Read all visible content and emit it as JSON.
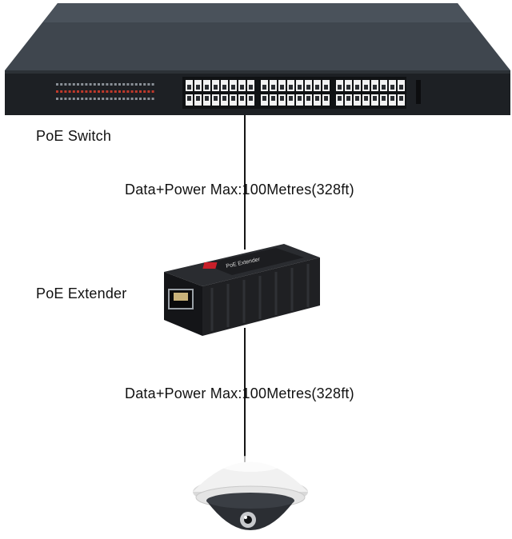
{
  "diagram": {
    "devices": [
      {
        "id": "switch",
        "label": "PoE Switch"
      },
      {
        "id": "extender",
        "label": "PoE Extender",
        "device_text": "PoE Extender"
      },
      {
        "id": "camera",
        "label": ""
      }
    ],
    "links": [
      {
        "from": "switch",
        "to": "extender",
        "label": "Data+Power Max:100Metres(328ft)"
      },
      {
        "from": "extender",
        "to": "camera",
        "label": "Data+Power Max:100Metres(328ft)"
      }
    ],
    "colors": {
      "switch_body": "#3d444c",
      "switch_front": "#1c1f23",
      "port_white": "#f2f2f2",
      "extender_body": "#1e1f22",
      "extender_logo": "#c8202a",
      "camera_white": "#ececec",
      "camera_dome": "#2b2e33",
      "cable": "#151515"
    }
  }
}
